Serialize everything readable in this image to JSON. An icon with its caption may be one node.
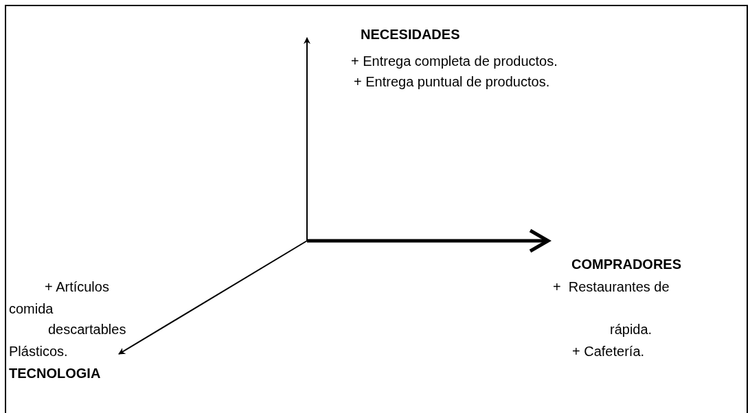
{
  "diagram": {
    "labels": [
      "NECESIDADES",
      "+ Entrega completa de productos.",
      "+ Entrega puntual de productos.",
      "COMPRADORES",
      "+ Artículos",
      "+  Restaurantes de",
      "comida",
      "descartables",
      "rápida.",
      "Plásticos.",
      "+ Cafetería.",
      "TECNOLOGIA"
    ]
  }
}
